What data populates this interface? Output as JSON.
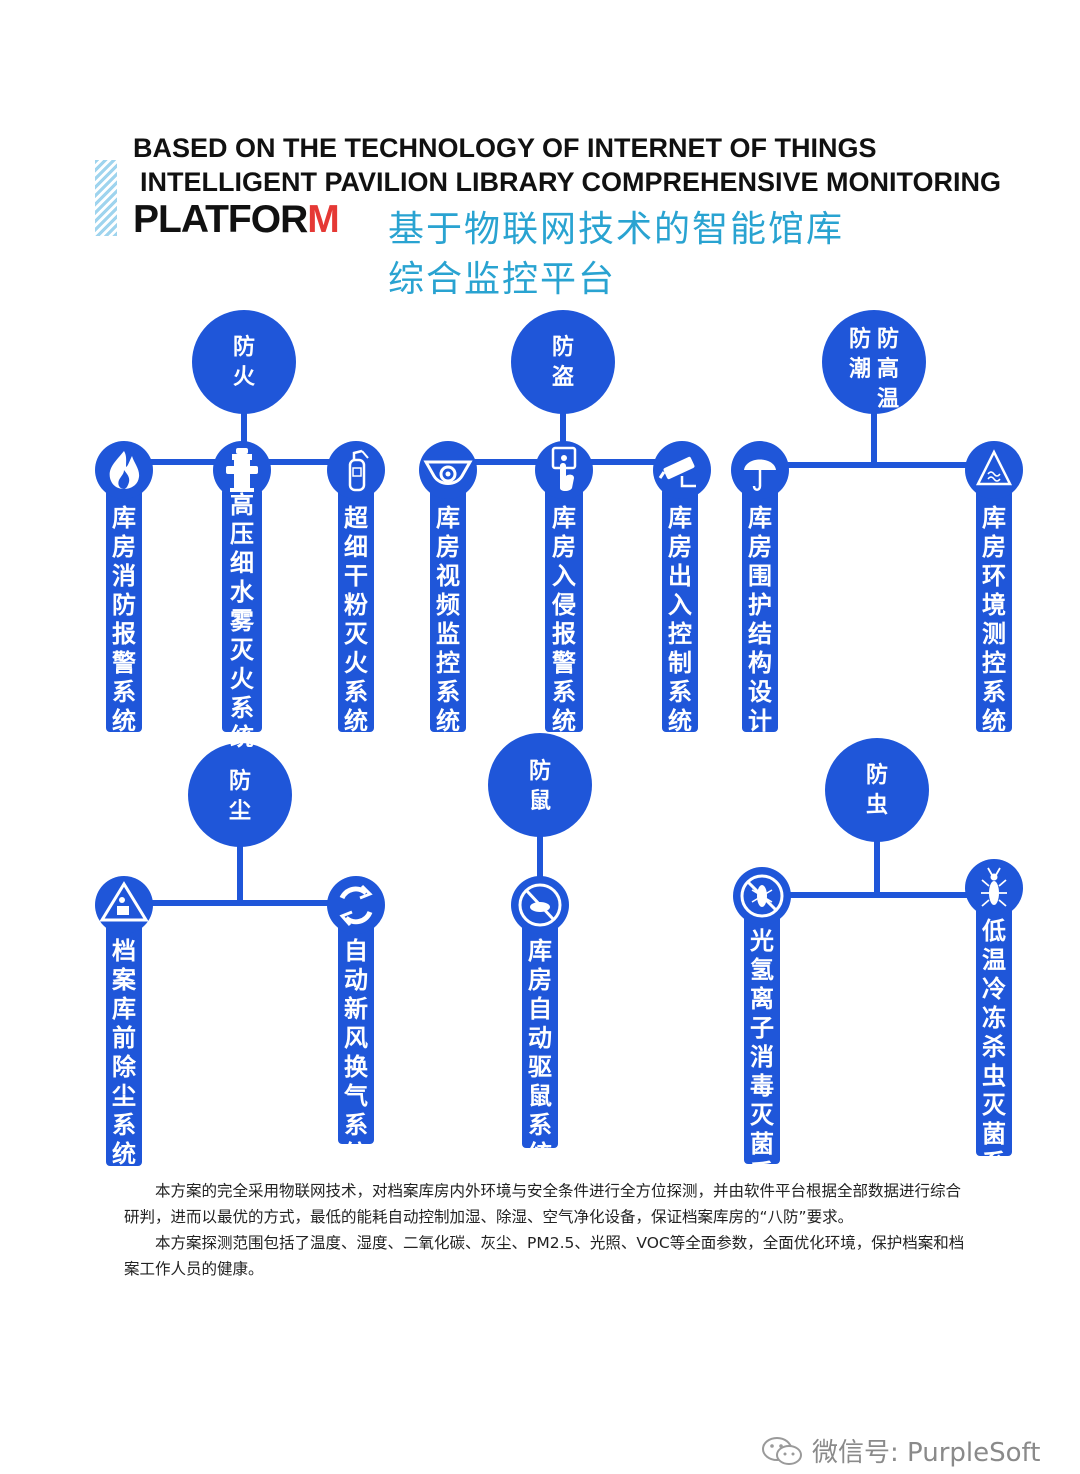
{
  "title": {
    "line1": "BASED ON THE TECHNOLOGY OF INTERNET OF THINGS",
    "line2": "INTELLIGENT PAVILION LIBRARY COMPREHENSIVE MONITORING",
    "line3_main": "PLATFOR",
    "line3_accent": "M",
    "zh_line1": "基于物联网技术的智能馆库",
    "zh_line2": "综合监控平台"
  },
  "colors": {
    "node_blue": "#1f56d9",
    "title_cyan": "#29a3d1",
    "accent_red": "#e53935"
  },
  "groups": {
    "fire": {
      "label": "防火",
      "items": [
        {
          "label": "库房消防报警系统",
          "icon": "fire-icon"
        },
        {
          "label": "高压细水雾灭火系统",
          "icon": "hydrant-icon"
        },
        {
          "label": "超细干粉灭火系统",
          "icon": "extinguisher-icon"
        }
      ]
    },
    "theft": {
      "label": "防盗",
      "items": [
        {
          "label": "库房视频监控系统",
          "icon": "dome-camera-icon"
        },
        {
          "label": "库房入侵报警系统",
          "icon": "touch-sensor-icon"
        },
        {
          "label": "库房出入控制系统",
          "icon": "cctv-camera-icon"
        }
      ]
    },
    "humid": {
      "label_left": "防潮",
      "label_right": "防高温",
      "items": [
        {
          "label": "库房围护结构设计",
          "icon": "umbrella-icon"
        },
        {
          "label": "库房环境测控系统",
          "icon": "heat-warning-icon"
        }
      ]
    },
    "dust": {
      "label": "防尘",
      "items": [
        {
          "label": "档案库前除尘系统",
          "icon": "dust-warning-icon"
        },
        {
          "label": "自动新风换气系统",
          "icon": "recycle-icon"
        }
      ]
    },
    "rodent": {
      "label": "防鼠",
      "items": [
        {
          "label": "库房自动驱鼠系统",
          "icon": "no-rodent-icon"
        }
      ]
    },
    "insect": {
      "label": "防虫",
      "items": [
        {
          "label": "光氢离子消毒灭菌系统",
          "icon": "no-insect-icon"
        },
        {
          "label": "低温冷冻杀虫灭菌系统",
          "icon": "insect-icon"
        }
      ]
    }
  },
  "description": {
    "para1": "本方案的完全采用物联网技术，对档案库房内外环境与安全条件进行全方位探测，并由软件平台根据全部数据进行综合研判，进而以最优的方式，最低的能耗自动控制加湿、除湿、空气净化设备，保证档案库房的“八防”要求。",
    "para2": "本方案探测范围包括了温度、湿度、二氧化碳、灰尘、PM2.5、光照、VOC等全面参数，全面优化环境，保护档案和档案工作人员的健康。"
  },
  "watermark": {
    "text": "微信号: PurpleSoft",
    "icon": "wechat-icon"
  }
}
